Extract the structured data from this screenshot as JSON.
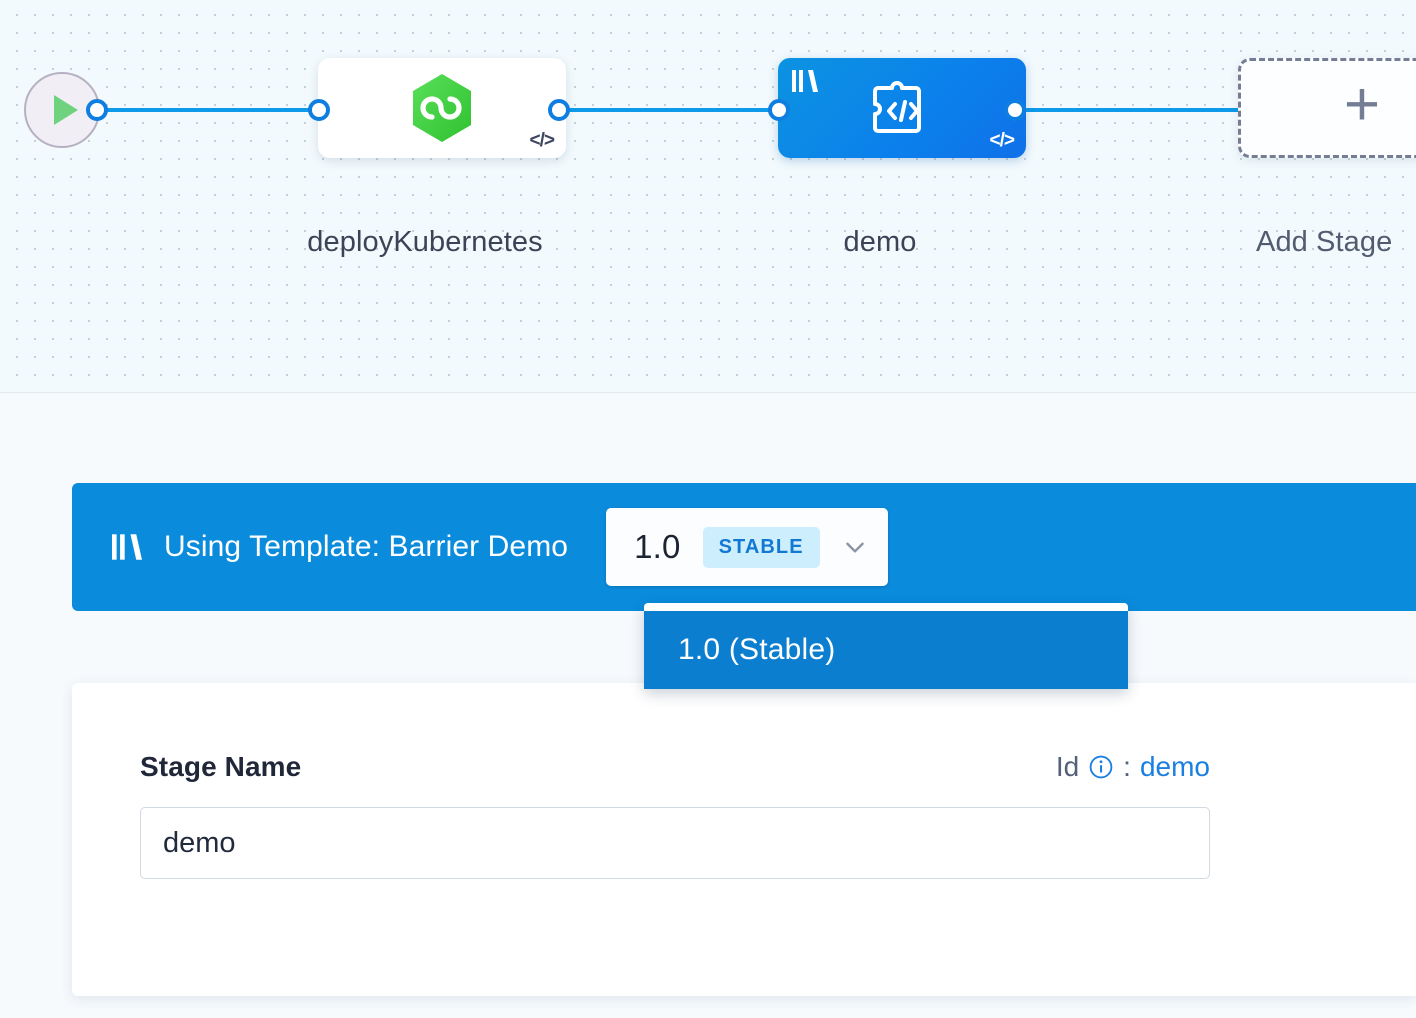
{
  "canvas": {
    "start_node": {
      "icon": "play-icon"
    },
    "nodes": [
      {
        "id": "deployKubernetes",
        "label": "deployKubernetes",
        "icon": "kubernetes-harness-hex-icon",
        "badge": "</>",
        "type": "service-stage"
      },
      {
        "id": "demo",
        "label": "demo",
        "icon": "template-puzzle-code-icon",
        "template_icon": "template-bars-icon",
        "badge": "</>",
        "type": "template-stage",
        "selected": true
      }
    ],
    "add_stage": {
      "label": "Add Stage",
      "icon": "plus-icon"
    }
  },
  "panel": {
    "banner": {
      "icon": "template-bars-icon",
      "text": "Using Template: Barrier Demo",
      "version": {
        "value": "1.0",
        "badge": "STABLE",
        "chevron": "chevron-down-icon"
      }
    },
    "dropdown": {
      "options": [
        {
          "label": "1.0 (Stable)",
          "selected": true
        }
      ]
    },
    "form": {
      "stage_name_label": "Stage Name",
      "id_label": "Id",
      "id_info_icon": "info-circle-icon",
      "id_separator": ":",
      "id_value": "demo",
      "stage_name_value": "demo",
      "stage_name_placeholder": "Stage Name"
    }
  },
  "colors": {
    "banner_blue": "#0b8bdc",
    "dropdown_blue": "#0b7ed0",
    "node_blue_start": "#0c93e1",
    "node_blue_end": "#1070e8",
    "badge_bg": "#cdeefd",
    "badge_text": "#1178d4",
    "link_blue": "#1a7fe0",
    "edge_blue": "#0e9ae8",
    "hex_green": "#4cd137",
    "play_green": "#6ed27f",
    "canvas_bg": "#f2fafd",
    "panel_bg": "#f6fafd"
  }
}
